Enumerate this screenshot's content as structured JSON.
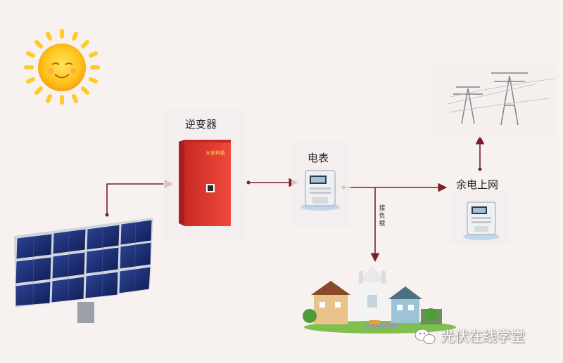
{
  "diagram": {
    "inverter_label": "逆变器",
    "inverter_brand": "大安科技",
    "meter_label": "电表",
    "grid_label": "余电上网",
    "load_label": "接负载",
    "watermark": "光伏在线学堂"
  },
  "colors": {
    "background": "#f7f1f0",
    "arrow": "#7a1f24",
    "inverter": "#e23a30",
    "panel": "#1b2a6b"
  },
  "icons": [
    "sun-icon",
    "solar-panel-icon",
    "inverter-icon",
    "meter-icon",
    "power-tower-icon",
    "village-icon",
    "wechat-icon"
  ]
}
